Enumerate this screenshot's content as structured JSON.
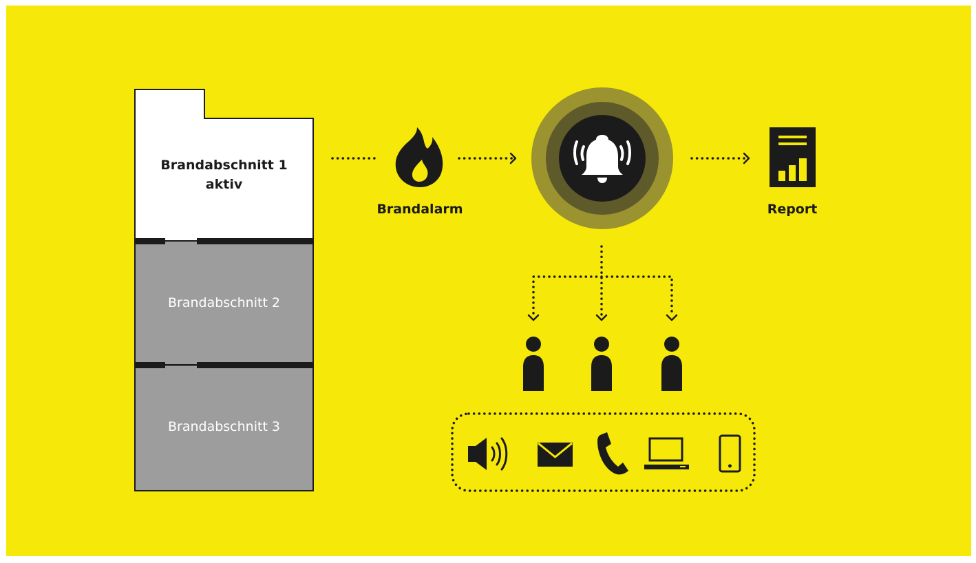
{
  "colors": {
    "background": "#f6e909",
    "ink": "#1c1b1b",
    "active_section": "#ffffff",
    "inactive_section": "#9d9d9e",
    "ring_outer": "#9b9330",
    "ring_inner": "#5f5a2a"
  },
  "sections": [
    {
      "line1": "Brandabschnitt 1",
      "line2": "aktiv"
    },
    {
      "line1": "Brandabschnitt 2"
    },
    {
      "line1": "Brandabschnitt 3"
    }
  ],
  "flow": {
    "fire_label": "Brandalarm",
    "report_label": "Report"
  },
  "icons": {
    "fire": "fire-icon",
    "alarm": "bell-alarm-icon",
    "report": "report-document-icon",
    "person": "person-icon",
    "channels": [
      "speaker-icon",
      "envelope-icon",
      "phone-icon",
      "laptop-icon",
      "smartphone-icon"
    ]
  }
}
